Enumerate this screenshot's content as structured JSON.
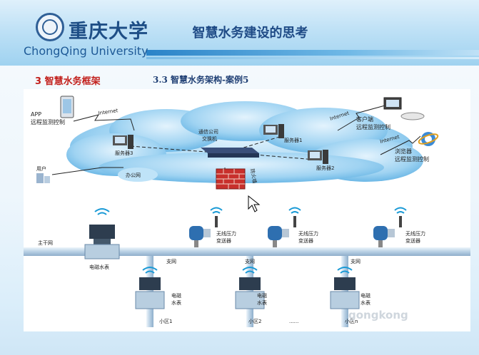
{
  "header": {
    "university_cn": "重庆大学",
    "university_en": "ChongQing University",
    "slide_title": "智慧水务建设的思考",
    "section": "3  智慧水务框架",
    "subsection": "3.3 智慧水务架构-案例5"
  },
  "diagram": {
    "app_label_1": "APP",
    "app_label_2": "远程监测控制",
    "internet_left": "Internet",
    "internet_right": "Internet",
    "internet_lower": "Internet",
    "client_1": "客户端",
    "client_2": "远程监测控制",
    "browser_1": "浏览器",
    "browser_2": "远程监测控制",
    "switch_1": "通信公司",
    "switch_2": "交换机",
    "server_3": "服务器3",
    "server_1": "服务器1",
    "server_2": "服务器2",
    "office_net": "办公网",
    "user": "用户",
    "firewall": "防火墙",
    "main_net": "主干网",
    "branch_net_1": "支网",
    "branch_net_2": "支网",
    "branch_net_3": "支网",
    "em_meter_main": "电磁水表",
    "pressure_1a": "无线压力",
    "pressure_1b": "变送器",
    "pressure_2a": "无线压力",
    "pressure_2b": "变送器",
    "pressure_3a": "无线压力",
    "pressure_3b": "变送器",
    "meter_a1": "电磁",
    "meter_a2": "水表",
    "meter_b1": "电磁",
    "meter_b2": "水表",
    "meter_c1": "电磁",
    "meter_c2": "水表",
    "district_1": "小区1",
    "district_2": "小区2",
    "district_n": "小区n",
    "dots": "......",
    "watermark": "gongkong"
  },
  "colors": {
    "title_blue": "#1f4b86",
    "section_red": "#c2201c",
    "cloud_blue": "#7fc3ec",
    "pipe_blue": "#a9c8e0"
  }
}
